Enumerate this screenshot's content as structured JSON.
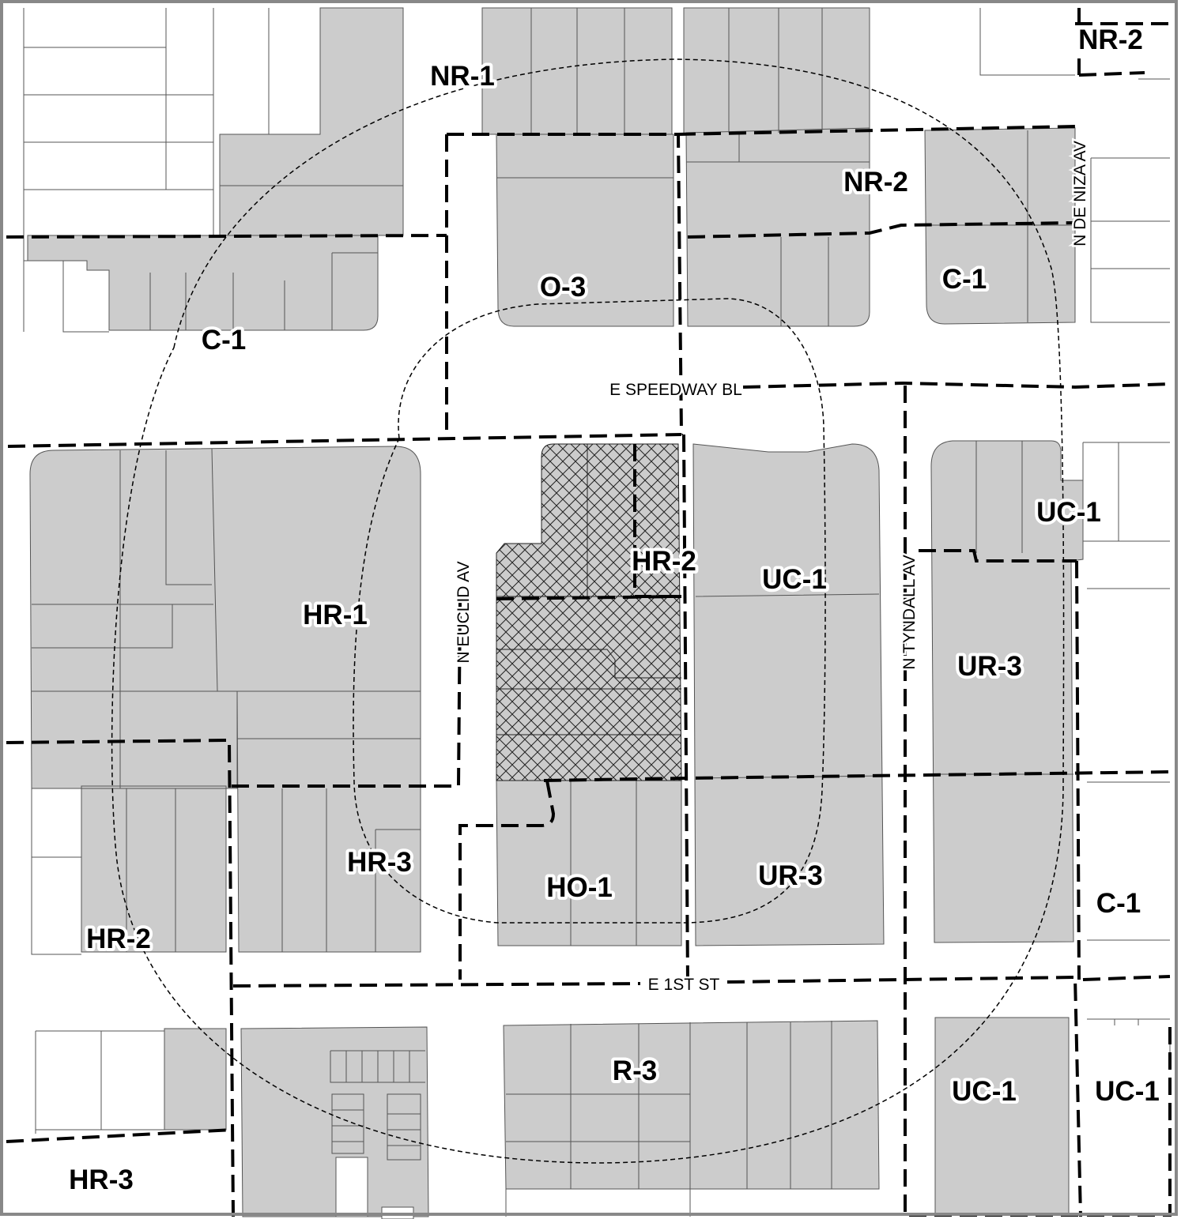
{
  "colors": {
    "parcel_fill": "#cccccc",
    "parcel_line": "#555555",
    "background": "#ffffff",
    "boundary": "#000000",
    "frame": "#888888",
    "hatch_line": "#222222"
  },
  "zones": [
    "NR-1",
    "NR-2",
    "NR-2",
    "O-3",
    "C-1",
    "C-1",
    "HR-1",
    "HR-2",
    "UC-1",
    "UC-1",
    "UR-3",
    "HR-3",
    "HO-1",
    "UR-3",
    "C-1",
    "HR-2",
    "R-3",
    "UC-1",
    "UC-1",
    "HR-3"
  ],
  "streets": [
    "E SPEEDWAY BL",
    "N EUCLID AV",
    "N TYNDALL AV",
    "N DE NIZA AV",
    "E 1ST ST"
  ],
  "subject_parcel": {
    "pattern": "crosshatch"
  }
}
